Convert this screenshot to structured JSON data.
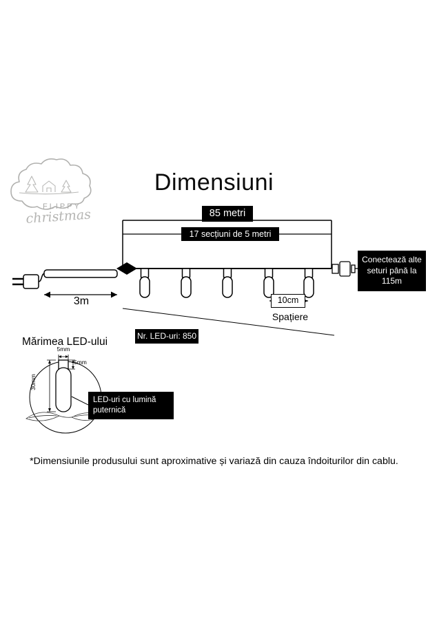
{
  "page": {
    "title": "Dimensiuni",
    "footnote": "*Dimensiunile produsului sunt aproximative și variază din cauza îndoiturilor din cablu."
  },
  "logo": {
    "line1": "FLIPPY",
    "line2": "christmas"
  },
  "string_diagram": {
    "total_length": "85 metri",
    "sections": "17 secțiuni de 5 metri",
    "lead_length": "3m",
    "connector_note": "Conectează alte seturi până la 115m",
    "spacing_value": "10cm",
    "spacing_caption": "Spațiere",
    "led_count": "Nr. LED-uri: 850"
  },
  "led_detail": {
    "heading": "Mărimea LED-ului",
    "cap_width": "5mm",
    "cap_height": "5mm",
    "total_height": "30mm",
    "note": "LED-uri cu lumină puternică"
  },
  "colors": {
    "label_background": "#000000",
    "label_text": "#ffffff",
    "line_color": "#000000",
    "logo_gray": "#a9a9a7",
    "background": "#ffffff"
  }
}
